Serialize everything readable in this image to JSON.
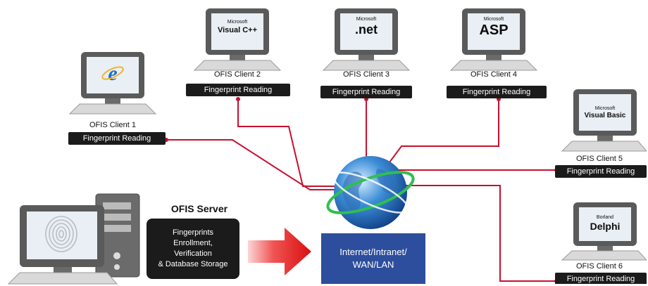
{
  "clients": [
    {
      "name": "OFIS Client 1",
      "badge": "Fingerprint Reading",
      "logo_small": "",
      "logo_big": ""
    },
    {
      "name": "OFIS Client 2",
      "badge": "Fingerprint Reading",
      "logo_small": "Microsoft",
      "logo_big": "Visual C++"
    },
    {
      "name": "OFIS Client 3",
      "badge": "Fingerprint Reading",
      "logo_small": "Microsoft",
      "logo_big": ".net"
    },
    {
      "name": "OFIS Client 4",
      "badge": "Fingerprint Reading",
      "logo_small": "Microsoft",
      "logo_big": "ASP"
    },
    {
      "name": "OFIS Client 5",
      "badge": "Fingerprint Reading",
      "logo_small": "Microsoft",
      "logo_big": "Visual Basic"
    },
    {
      "name": "OFIS Client 6",
      "badge": "Fingerprint Reading",
      "logo_small": "Borland",
      "logo_big": "Delphi"
    }
  ],
  "server": {
    "title": "OFIS Server",
    "description": "Fingerprints\nEnrollment,\nVerification\n& Database Storage"
  },
  "network": {
    "label": "Internet/Intranet/\nWAN/LAN"
  },
  "icons": {
    "client1_logo": "internet-explorer-icon",
    "server_screen": "fingerprint-icon",
    "arrow": "right-arrow-icon",
    "network": "globe-icon"
  },
  "colors": {
    "connector": "#c8102e",
    "badge_bg": "#1b1b1b",
    "network_box": "#2d4e9c",
    "arrow": "#e01a1a",
    "monitor_frame": "#5a5a5a"
  }
}
